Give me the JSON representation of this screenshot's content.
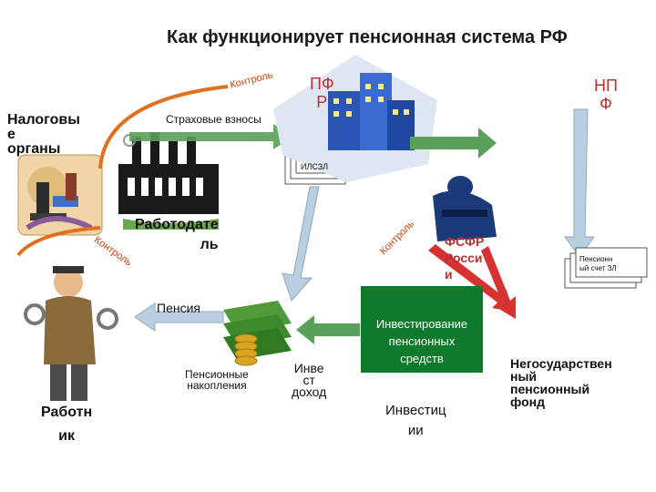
{
  "title": "Как функционирует пенсионная система РФ",
  "labels": {
    "pfr": "ПФ\nР",
    "np": "НП\nФ",
    "tax": "Налоговы\nе\nорганы",
    "contributions": "Страховые взносы",
    "ilszl": "ИЛСЗЛ",
    "employer": "Работодате\nль",
    "fsfr": "ФСФР\nРосси\nи",
    "pension_account": "Пенсионн\nый счет ЗЛ",
    "pension": "Пенсия",
    "savings": "Пенсионные\nнакопления",
    "invest_income": "Инве\nст\nдоход",
    "investing": "Инвестирование\nпенсионных\nсредств",
    "investments": "Инвестиц\nии",
    "npf_full": "Негосударствен\nный\nпенсионный\nфонд",
    "worker": "Работн\nик"
  },
  "control_labels": [
    "Контроль",
    "Контроль",
    "Контроль"
  ],
  "colors": {
    "arrow_green": "#3a9a3a",
    "arrow_red": "#d63232",
    "arrow_lightblue": "#b8cfe0",
    "invest_box": "#0e7a2c",
    "curve": "#e07020"
  }
}
